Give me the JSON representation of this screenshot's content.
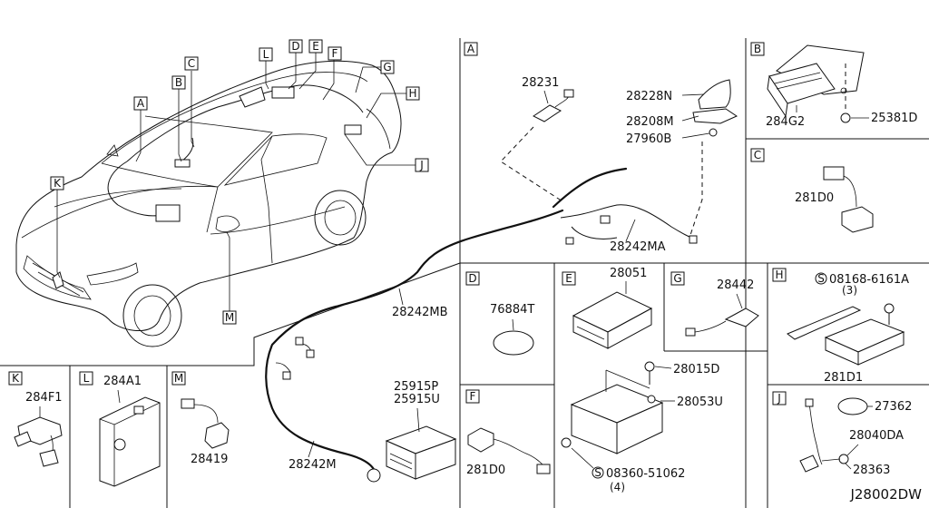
{
  "drawing_number": "J28002DW",
  "callouts": {
    "A": "A",
    "B": "B",
    "C": "C",
    "D": "D",
    "E": "E",
    "F": "F",
    "G": "G",
    "H": "H",
    "J": "J",
    "K": "K",
    "L": "L",
    "M": "M"
  },
  "sections": {
    "A": "A",
    "B": "B",
    "C": "C",
    "D": "D",
    "E": "E",
    "F": "F",
    "G": "G",
    "H": "H",
    "J": "J",
    "K": "K",
    "L": "L",
    "M": "M"
  },
  "parts": {
    "p28231": "28231",
    "p28228N": "28228N",
    "p28208M": "28208M",
    "p27960B": "27960B",
    "p28242MA": "28242MA",
    "p28242MB": "28242MB",
    "p28242M": "28242M",
    "p25915P": "25915P",
    "p25915U": "25915U",
    "p284G2": "284G2",
    "p25381D": "25381D",
    "p281D0_c": "281D0",
    "p76884T": "76884T",
    "p28051": "28051",
    "p28442": "28442",
    "p08168": "08168-6161A",
    "p08168_qty": "(3)",
    "p281D1": "281D1",
    "p28015D": "28015D",
    "p28053U": "28053U",
    "p08360": "08360-51062",
    "p08360_qty": "(4)",
    "p281D0_f": "281D0",
    "p27362": "27362",
    "p28040DA": "28040DA",
    "p28363": "28363",
    "p284F1": "284F1",
    "p284A1": "284A1",
    "p28419": "28419"
  },
  "screw_symbol": "S"
}
